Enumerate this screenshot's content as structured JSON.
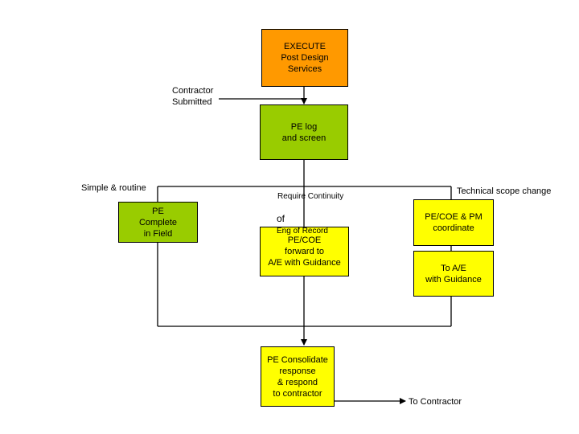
{
  "colors": {
    "execute": "#ff9900",
    "green": "#99cc00",
    "yellow": "#ffff00",
    "line": "#000000"
  },
  "nodes": {
    "execute": "EXECUTE\nPost Design\nServices",
    "pe_log": "PE log\nand screen",
    "pe_complete": "PE\nComplete\nin Field",
    "pecoe_forward": "PE/COE\nforward to\nA/E with Guidance",
    "pecoe_pm": "PE/COE & PM\ncoordinate",
    "to_ae": "To A/E\nwith Guidance",
    "pe_consolidate": "PE Consolidate\nresponse\n& respond\nto contractor"
  },
  "labels": {
    "contractor_submitted": "Contractor\nSubmitted",
    "simple_routine": "Simple & routine",
    "require_continuity": "Require Continuity",
    "eng_of_record_prefix": "of",
    "eng_of_record": "Eng of Record",
    "technical_scope": "Technical scope change",
    "to_contractor": "To Contractor"
  }
}
